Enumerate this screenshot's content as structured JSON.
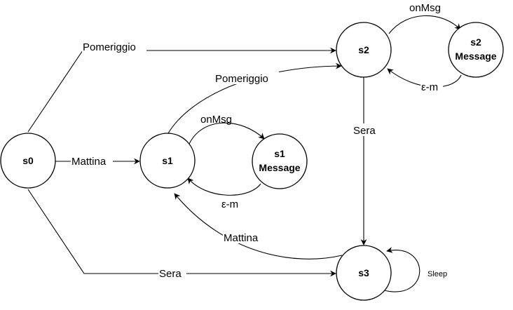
{
  "diagram": {
    "states": {
      "s0": "s0",
      "s1": "s1",
      "s1m_line1": "s1",
      "s1m_line2": "Message",
      "s2": "s2",
      "s2m_line1": "s2",
      "s2m_line2": "Message",
      "s3": "s3"
    },
    "transitions": {
      "s0_s2": "Pomeriggio",
      "s0_s1": "Mattina",
      "s0_s3": "Sera",
      "s1_s2": "Pomeriggio",
      "s1_s1m": "onMsg",
      "s1m_s1": "ε-m",
      "s2_s2m": "onMsg",
      "s2m_s2": "ε-m",
      "s2_s3": "Sera",
      "s3_s1": "Mattina",
      "s3_s3": "Sleep"
    }
  }
}
